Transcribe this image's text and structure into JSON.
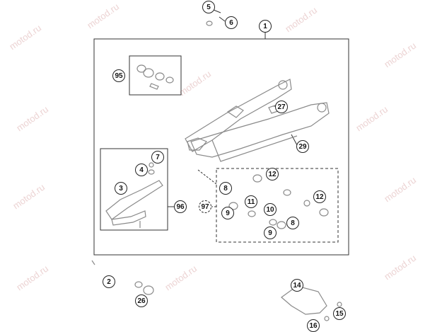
{
  "watermark": "motod.ru",
  "callouts": {
    "c1": "1",
    "c2": "2",
    "c3": "3",
    "c4": "4",
    "c5": "5",
    "c6": "6",
    "c7": "7",
    "c8a": "8",
    "c8b": "8",
    "c9a": "9",
    "c9b": "9",
    "c10": "10",
    "c11": "11",
    "c12a": "12",
    "c12b": "12",
    "c14": "14",
    "c15": "15",
    "c16": "16",
    "c26": "26",
    "c27": "27",
    "c29": "29",
    "c95": "95",
    "c96": "96",
    "c97": "97"
  },
  "colors": {
    "line": "#333333",
    "part": "#8a8a8a",
    "watermark": "#ecd3d3"
  }
}
